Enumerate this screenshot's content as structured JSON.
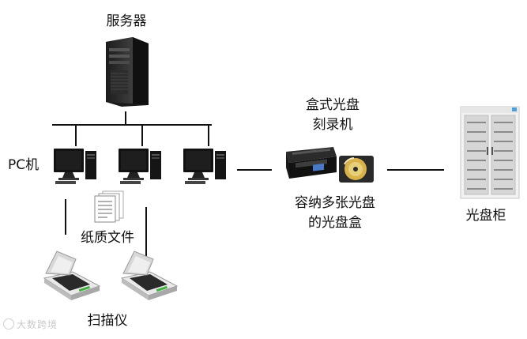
{
  "labels": {
    "server": "服务器",
    "pc": "PC机",
    "paper_docs": "纸质文件",
    "scanner": "扫描仪",
    "burner_line1": "盒式光盘",
    "burner_line2": "刻录机",
    "disc_box_line1": "容纳多张光盘",
    "disc_box_line2": "的光盘盒",
    "cabinet": "光盘柜"
  },
  "watermark": {
    "text": "大数跨境"
  }
}
